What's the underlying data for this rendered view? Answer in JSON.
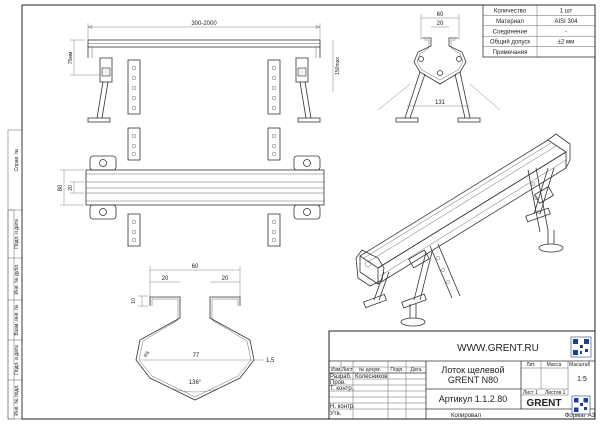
{
  "spec_table": {
    "rows": [
      {
        "label": "Количество",
        "value": "1 шт"
      },
      {
        "label": "Материал",
        "value": "AISI 304"
      },
      {
        "label": "Соединение",
        "value": "-"
      },
      {
        "label": "Общий допуск",
        "value": "±2 мм"
      },
      {
        "label": "Примечания",
        "value": ""
      }
    ]
  },
  "side_strip": {
    "labels": [
      "Справ. №",
      "Подп. и дата",
      "Инв. № дубл.",
      "Взам. инв. №",
      "Подп. и дата",
      "Инв. № подл."
    ]
  },
  "title_block": {
    "website": "WWW.GRENT.RU",
    "doc_title_line1": "Лоток щелевой",
    "doc_title_line2": "GRENT N80",
    "article": "Артикул 1.1.2.80",
    "col_izm": "Изм.",
    "col_list": "Лист",
    "col_doc": "№ докум.",
    "col_sign": "Подп.",
    "col_date": "Дата",
    "role_razrab": "Разраб.",
    "name_razrab": "Колесников",
    "role_prov": "Пров.",
    "role_tkontr": "Т. контр.",
    "role_nkontr": "Н. контр.",
    "role_utv": "Утв.",
    "lit_label": "Лит.",
    "mass_label": "Масса",
    "scale_label": "Масштаб",
    "scale_value": "1:5",
    "sheet_label": "Лист 1",
    "sheets_label": "Листов 1",
    "logo_text": "GRENT",
    "copied": "Копировал",
    "format": "Формат А3"
  },
  "dimensions": {
    "top_length": "300-2000",
    "top_height": "75мм",
    "top_height_max": "150max",
    "end_width": "60",
    "end_inner": "20",
    "end_base": "131",
    "plan_height": "80",
    "plan_inner": "20",
    "sec_width": "60",
    "sec_top_left": "20",
    "sec_top_right": "20",
    "sec_lip": "10",
    "sec_radius": "R5",
    "sec_span": "77",
    "sec_thk": "1,5",
    "sec_angle": "136°"
  }
}
